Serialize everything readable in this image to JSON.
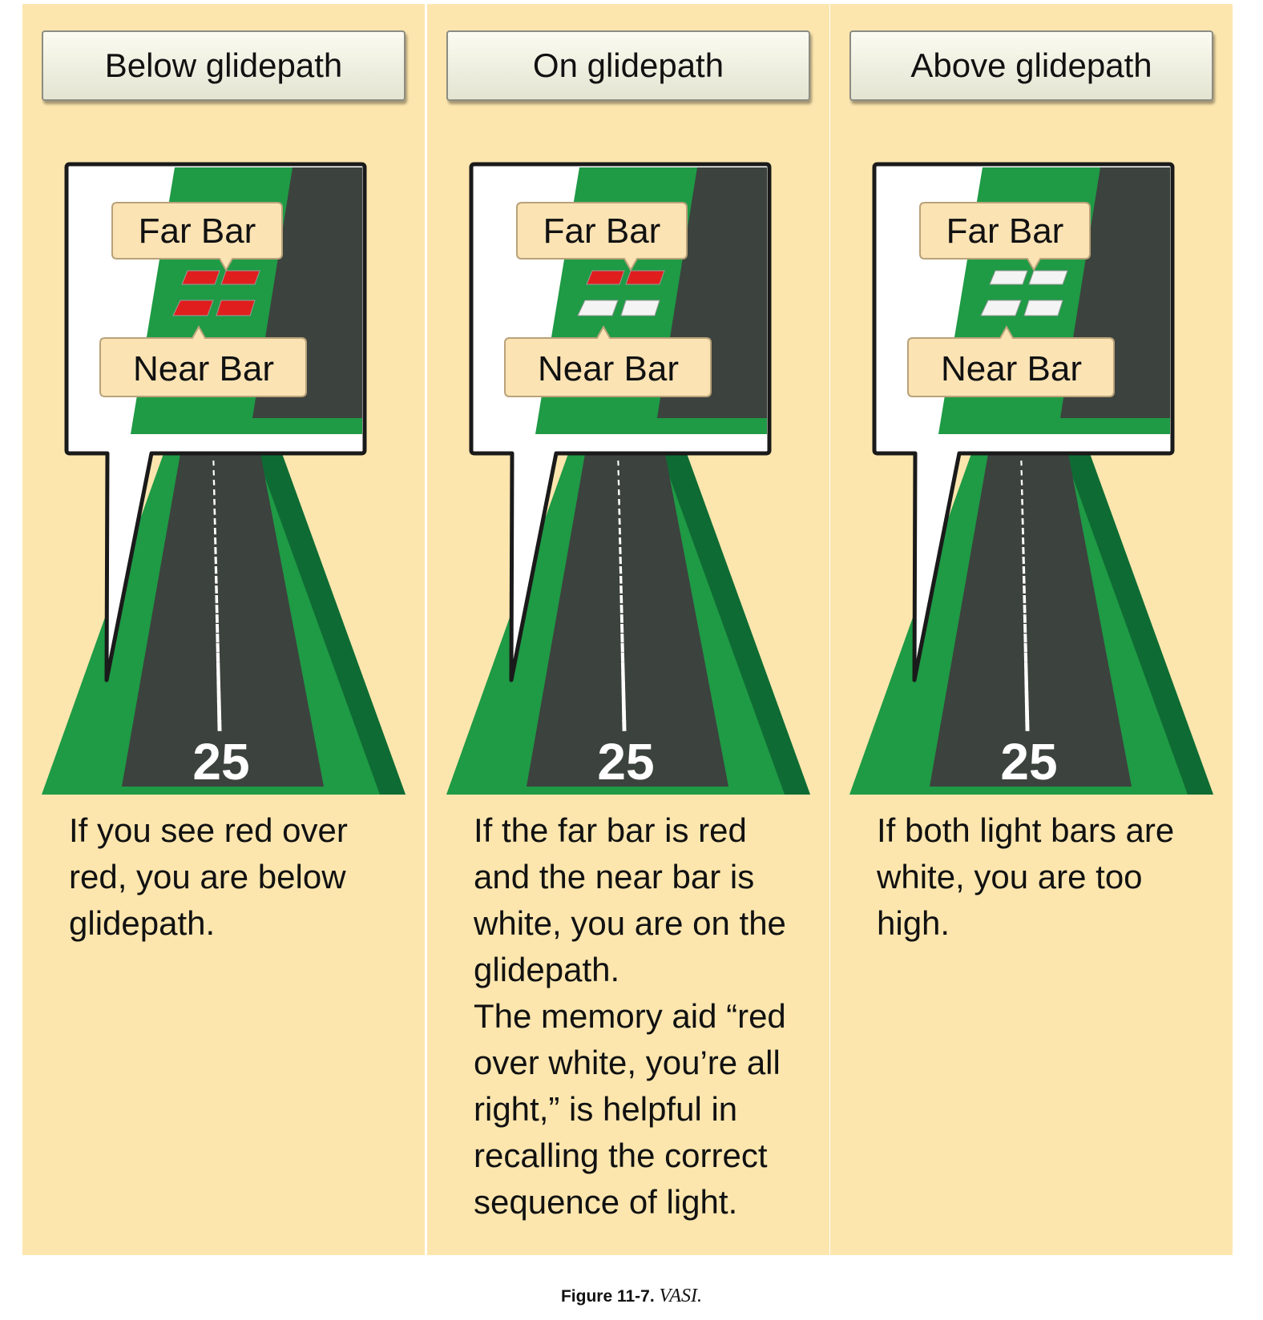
{
  "colors": {
    "background": "#fce6ae",
    "grass": "#1f9a45",
    "grass_dark": "#0f6b34",
    "runway": "#3c423e",
    "red_light": "#e01e1e",
    "white_light": "#f4f4f4",
    "label_fill": "#fbe3b4"
  },
  "panels": [
    {
      "heading": "Below glidepath",
      "far_bar_label": "Far Bar",
      "near_bar_label": "Near Bar",
      "far_bar_color": "red",
      "near_bar_color": "red",
      "runway_number": "25",
      "description": "If you see red over red, you are below glidepath."
    },
    {
      "heading": "On glidepath",
      "far_bar_label": "Far Bar",
      "near_bar_label": "Near Bar",
      "far_bar_color": "red",
      "near_bar_color": "white",
      "runway_number": "25",
      "description": "If the far bar is red and the near bar is white, you are on the glidepath.",
      "memory_aid": "The memory aid “red over white, you’re all right,” is helpful in recalling the correct sequence of light."
    },
    {
      "heading": "Above glidepath",
      "far_bar_label": "Far Bar",
      "near_bar_label": "Near Bar",
      "far_bar_color": "white",
      "near_bar_color": "white",
      "runway_number": "25",
      "description": "If both light bars are white, you are too high."
    }
  ],
  "caption": {
    "label": "Figure 11-7.",
    "title": "VASI."
  }
}
